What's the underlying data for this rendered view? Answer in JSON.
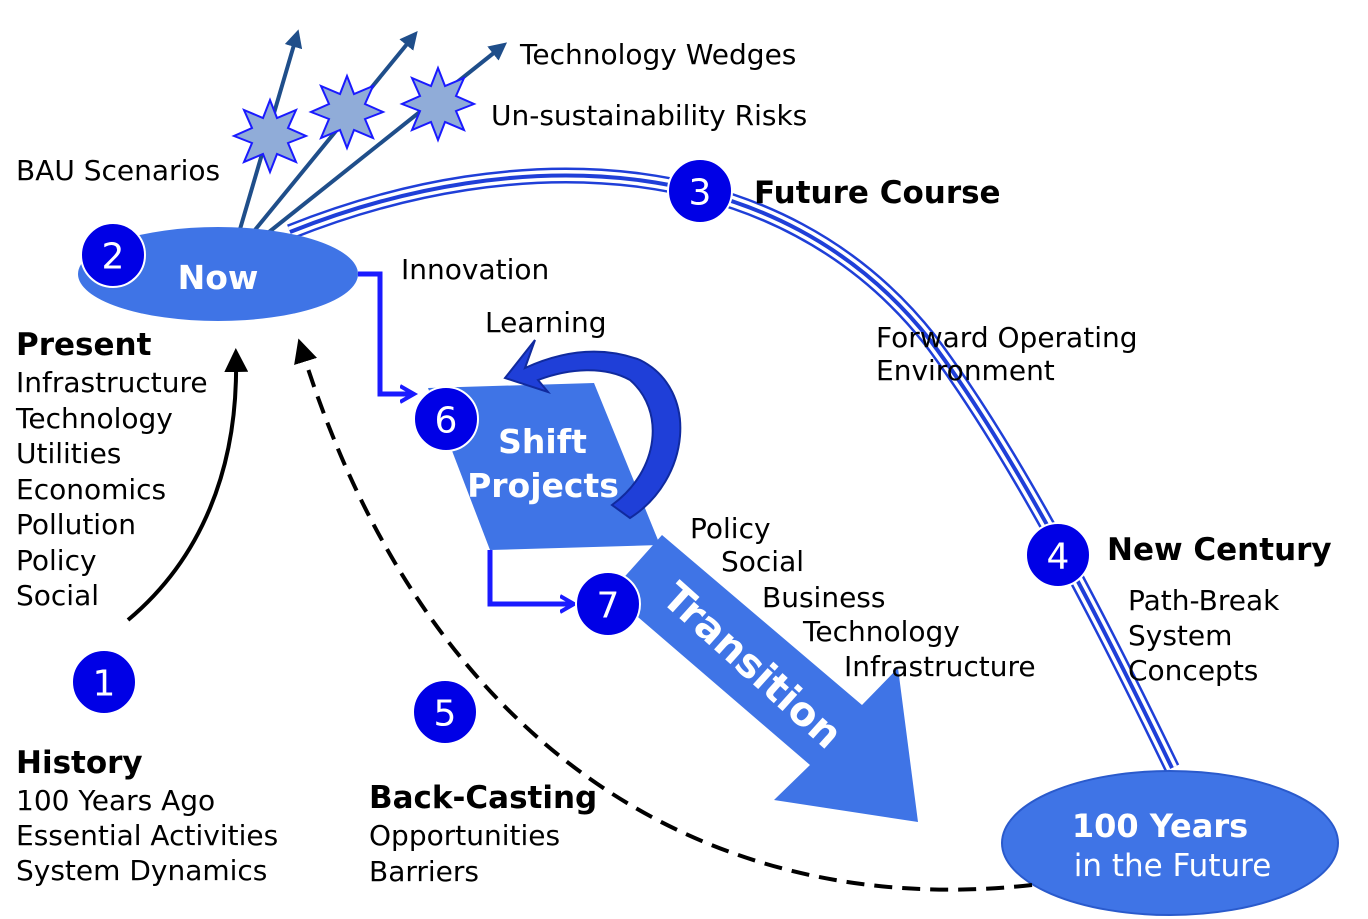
{
  "labels": {
    "technology_wedges": "Technology Wedges",
    "unsustainability_risks": "Un-sustainability Risks",
    "bau_scenarios": "BAU Scenarios",
    "future_course": "Future Course",
    "now": "Now",
    "innovation": "Innovation",
    "learning": "Learning",
    "forward_operating_line1": "Forward Operating",
    "forward_operating_line2": "Environment",
    "shift_line1": "Shift",
    "shift_line2": "Projects",
    "transition": "Transition",
    "hundred_years_line1": "100 Years",
    "hundred_years_line2": "in the Future"
  },
  "present": {
    "heading": "Present",
    "items": [
      "Infrastructure",
      "Technology",
      "Utilities",
      "Economics",
      "Pollution",
      "Policy",
      "Social"
    ]
  },
  "history": {
    "heading": "History",
    "items": [
      "100 Years Ago",
      "Essential Activities",
      "System Dynamics"
    ]
  },
  "backcasting": {
    "heading": "Back-Casting",
    "items": [
      "Opportunities",
      "Barriers"
    ]
  },
  "new_century": {
    "heading": "New Century",
    "items": [
      "Path-Break",
      "System",
      "Concepts"
    ]
  },
  "transition_list": [
    "Policy",
    "Social",
    "Business",
    "Technology",
    "Infrastructure"
  ],
  "steps": [
    "1",
    "2",
    "3",
    "4",
    "5",
    "6",
    "7"
  ],
  "colors": {
    "ellipse_fill": "#3f74e6",
    "step_circle": "#0000e6",
    "blue_connector": "#1a1aff",
    "star_fill": "#90acd8",
    "wedge_arrow": "#1f4e8a"
  }
}
